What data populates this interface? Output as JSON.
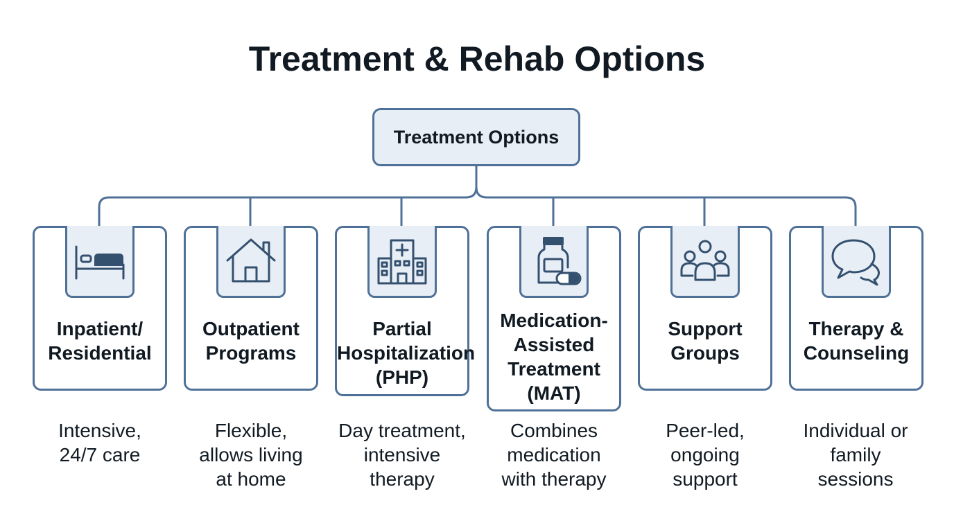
{
  "title": "Treatment & Rehab Options",
  "root": {
    "label": "Treatment Options"
  },
  "colors": {
    "accent": "#4f7198",
    "box_fill": "#e8eef5",
    "icon_dark": "#34506f",
    "text": "#111a22"
  },
  "options": [
    {
      "label": "Inpatient/\nResidential",
      "description": "Intensive,\n24/7 care",
      "icon": "bed-icon"
    },
    {
      "label": "Outpatient\nPrograms",
      "description": "Flexible,\nallows living\nat home",
      "icon": "house-icon"
    },
    {
      "label": "Partial\nHospitalization\n(PHP)",
      "description": "Day treatment,\nintensive\ntherapy",
      "icon": "hospital-icon"
    },
    {
      "label": "Medication-\nAssisted\nTreatment\n(MAT)",
      "description": "Combines\nmedication\nwith therapy",
      "icon": "medication-bottle-icon"
    },
    {
      "label": "Support\nGroups",
      "description": "Peer-led,\nongoing\nsupport",
      "icon": "people-group-icon"
    },
    {
      "label": "Therapy &\nCounseling",
      "description": "Individual or\nfamily\nsessions",
      "icon": "speech-bubbles-icon"
    }
  ]
}
